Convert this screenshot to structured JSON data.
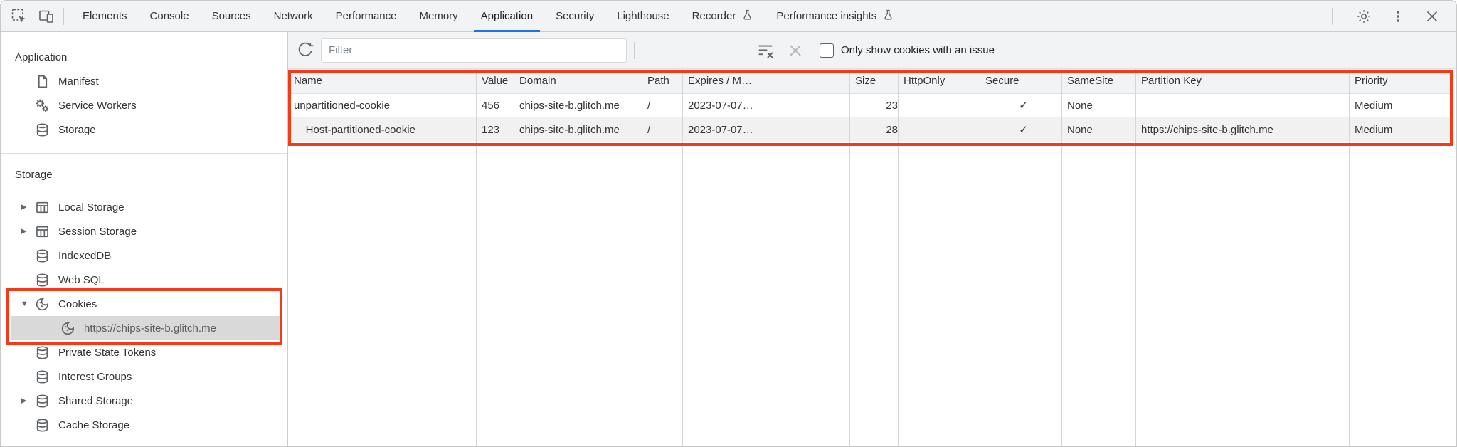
{
  "tabs": {
    "items": [
      {
        "label": "Elements"
      },
      {
        "label": "Console"
      },
      {
        "label": "Sources"
      },
      {
        "label": "Network"
      },
      {
        "label": "Performance"
      },
      {
        "label": "Memory"
      },
      {
        "label": "Application",
        "selected": true
      },
      {
        "label": "Security"
      },
      {
        "label": "Lighthouse"
      },
      {
        "label": "Recorder",
        "experimental": true
      },
      {
        "label": "Performance insights",
        "experimental": true
      }
    ]
  },
  "sidebar": {
    "sections": [
      {
        "title": "Application",
        "items": [
          {
            "label": "Manifest"
          },
          {
            "label": "Service Workers"
          },
          {
            "label": "Storage"
          }
        ]
      },
      {
        "title": "Storage",
        "items": [
          {
            "label": "Local Storage",
            "expandable": true
          },
          {
            "label": "Session Storage",
            "expandable": true
          },
          {
            "label": "IndexedDB"
          },
          {
            "label": "Web SQL"
          },
          {
            "label": "Cookies",
            "expanded": true
          },
          {
            "label": "https://chips-site-b.glitch.me",
            "selected": true
          },
          {
            "label": "Private State Tokens"
          },
          {
            "label": "Interest Groups"
          },
          {
            "label": "Shared Storage",
            "expandable": true
          },
          {
            "label": "Cache Storage"
          }
        ]
      }
    ]
  },
  "toolbar": {
    "filter_placeholder": "Filter",
    "filter_value": "",
    "only_issue_label": "Only show cookies with an issue",
    "only_issue_checked": false
  },
  "cookies_table": {
    "columns": [
      {
        "label": "Name"
      },
      {
        "label": "Value"
      },
      {
        "label": "Domain"
      },
      {
        "label": "Path"
      },
      {
        "label": "Expires / M…"
      },
      {
        "label": "Size"
      },
      {
        "label": "HttpOnly"
      },
      {
        "label": "Secure"
      },
      {
        "label": "SameSite"
      },
      {
        "label": "Partition Key"
      },
      {
        "label": "Priority"
      }
    ],
    "rows": [
      {
        "name": "unpartitioned-cookie",
        "value": "456",
        "domain": "chips-site-b.glitch.me",
        "path": "/",
        "expires": "2023-07-07…",
        "size": "23",
        "http_only": "",
        "secure": "✓",
        "same_site": "None",
        "partition_key": "",
        "priority": "Medium"
      },
      {
        "name": "__Host-partitioned-cookie",
        "value": "123",
        "domain": "chips-site-b.glitch.me",
        "path": "/",
        "expires": "2023-07-07…",
        "size": "28",
        "http_only": "",
        "secure": "✓",
        "same_site": "None",
        "partition_key": "https://chips-site-b.glitch.me",
        "priority": "Medium"
      }
    ]
  },
  "icons": {
    "inspect-icon": "cursor in dashed box",
    "device-toolbar-icon": "devices",
    "experiment-icon": "flask",
    "settings-icon": "gear",
    "more-icon": "kebab dots",
    "close-icon": "x",
    "refresh-icon": "circular arrow",
    "clear-filter-icon": "lines with x",
    "clear-x-icon": "x (disabled)",
    "manifest-icon": "file",
    "service-workers-icon": "gears",
    "database-icon": "cylinder",
    "table-icon": "grid",
    "cookie-icon": "cookie with bite"
  },
  "colors": {
    "highlight_red": "#f43b19",
    "tab_accent": "#1a73e8",
    "toolbar_bg": "#f1f3f4",
    "selected_row_bg": "#d9d9d9",
    "stripe_bg": "#f1f1f1"
  }
}
